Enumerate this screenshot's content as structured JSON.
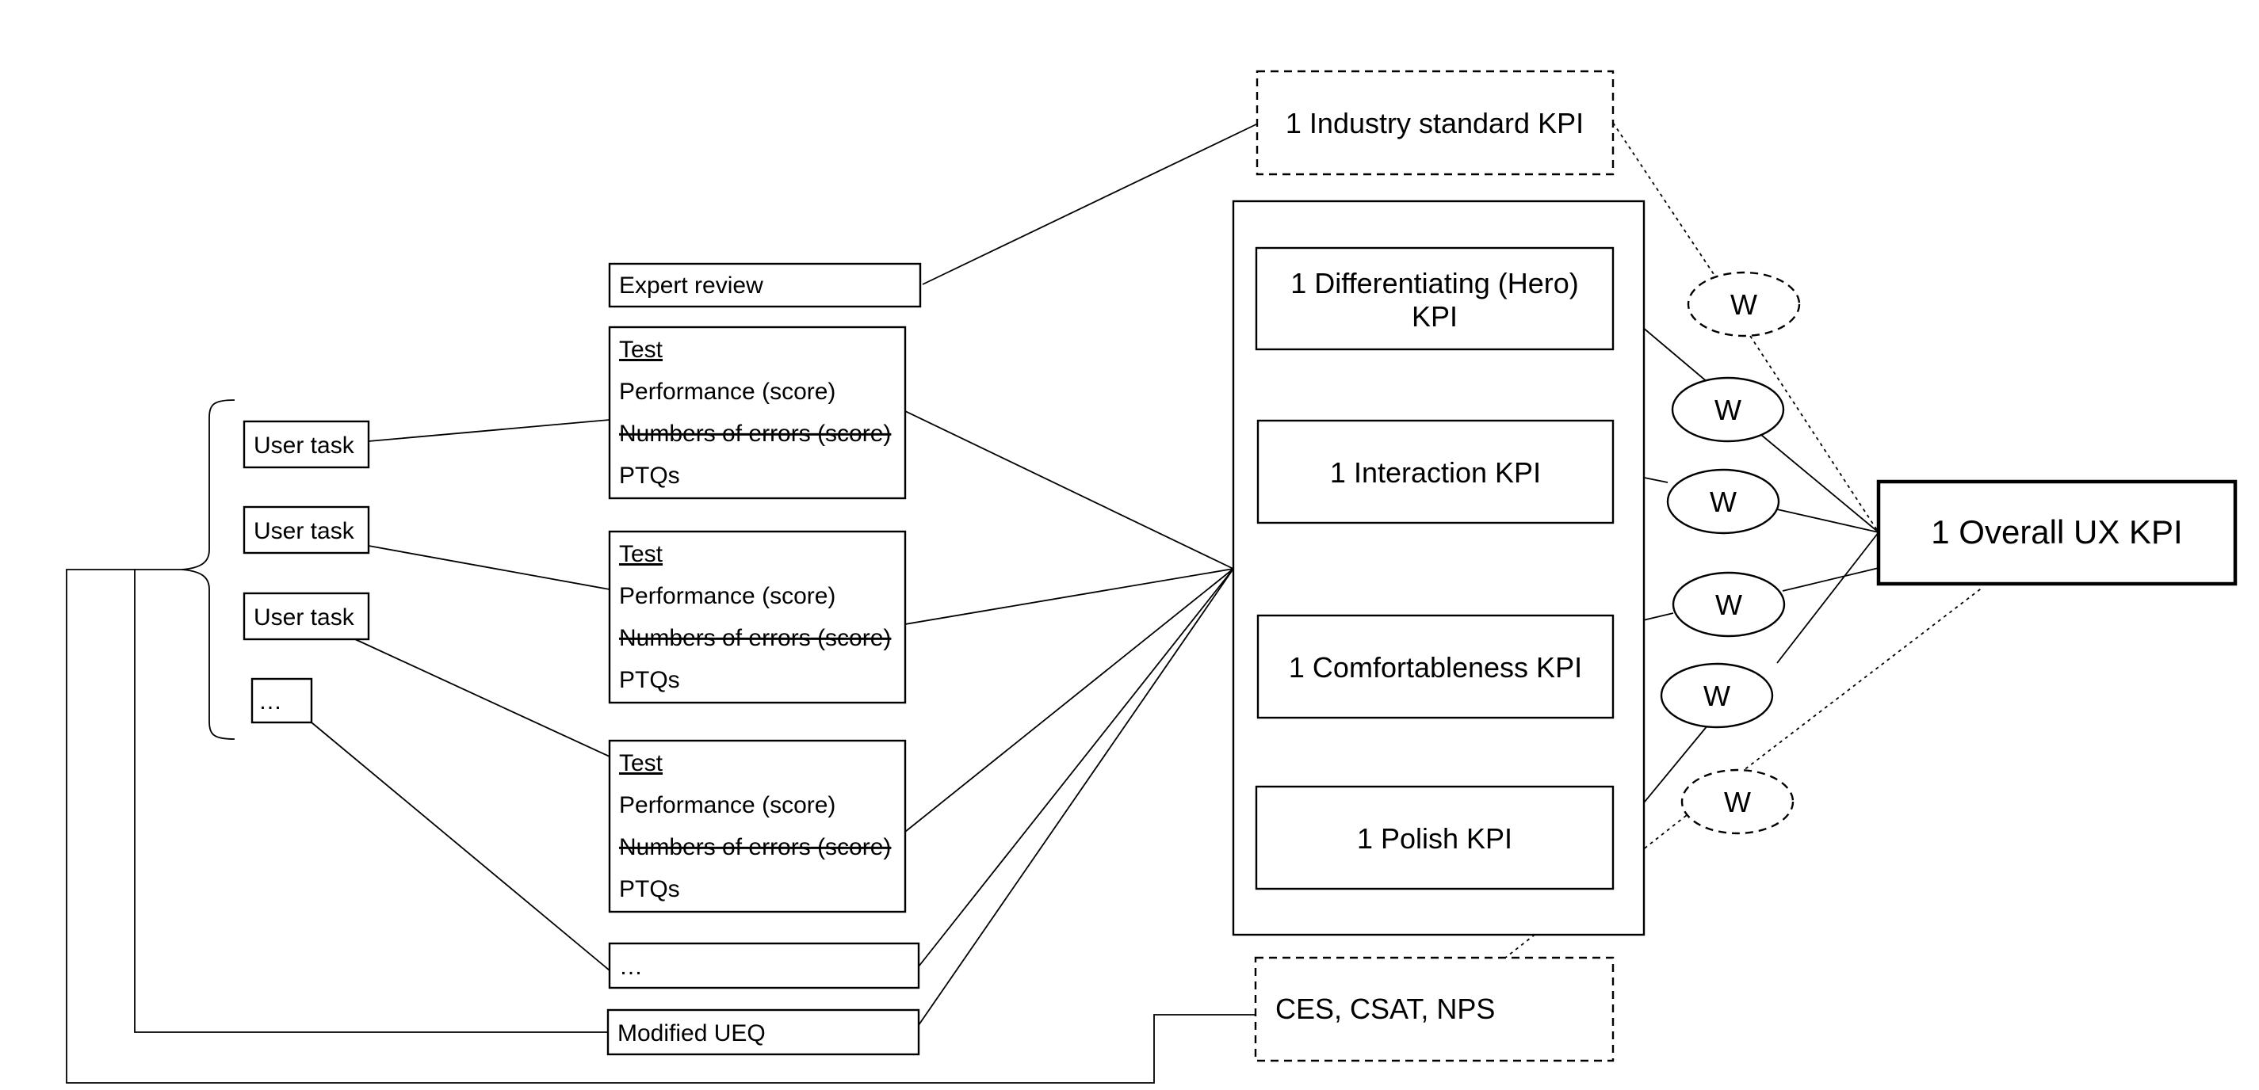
{
  "top": {
    "industry_kpi": "1 Industry standard KPI",
    "expert_review": "Expert review"
  },
  "tasks": [
    "User task",
    "User task",
    "User task",
    "…"
  ],
  "tests": [
    {
      "title": "Test",
      "line1": "Performance (score)",
      "line2_struck": "Numbers of errors (score)",
      "line3": "PTQs"
    },
    {
      "title": "Test",
      "line1": "Performance (score)",
      "line2_struck": "Numbers of errors (score)",
      "line3": "PTQs"
    },
    {
      "title": "Test",
      "line1": "Performance (score)",
      "line2_struck": "Numbers of errors (score)",
      "line3": "PTQs"
    }
  ],
  "more_tests": "…",
  "ueq": "Modified UEQ",
  "kpis": {
    "hero_line1": "1 Differentiating (Hero)",
    "hero_line2": "KPI",
    "interaction": "1 Interaction KPI",
    "comfort": "1 Comfortableness KPI",
    "polish": "1 Polish KPI"
  },
  "survey": "CES, CSAT, NPS",
  "weight": "W",
  "overall": "1 Overall UX KPI"
}
